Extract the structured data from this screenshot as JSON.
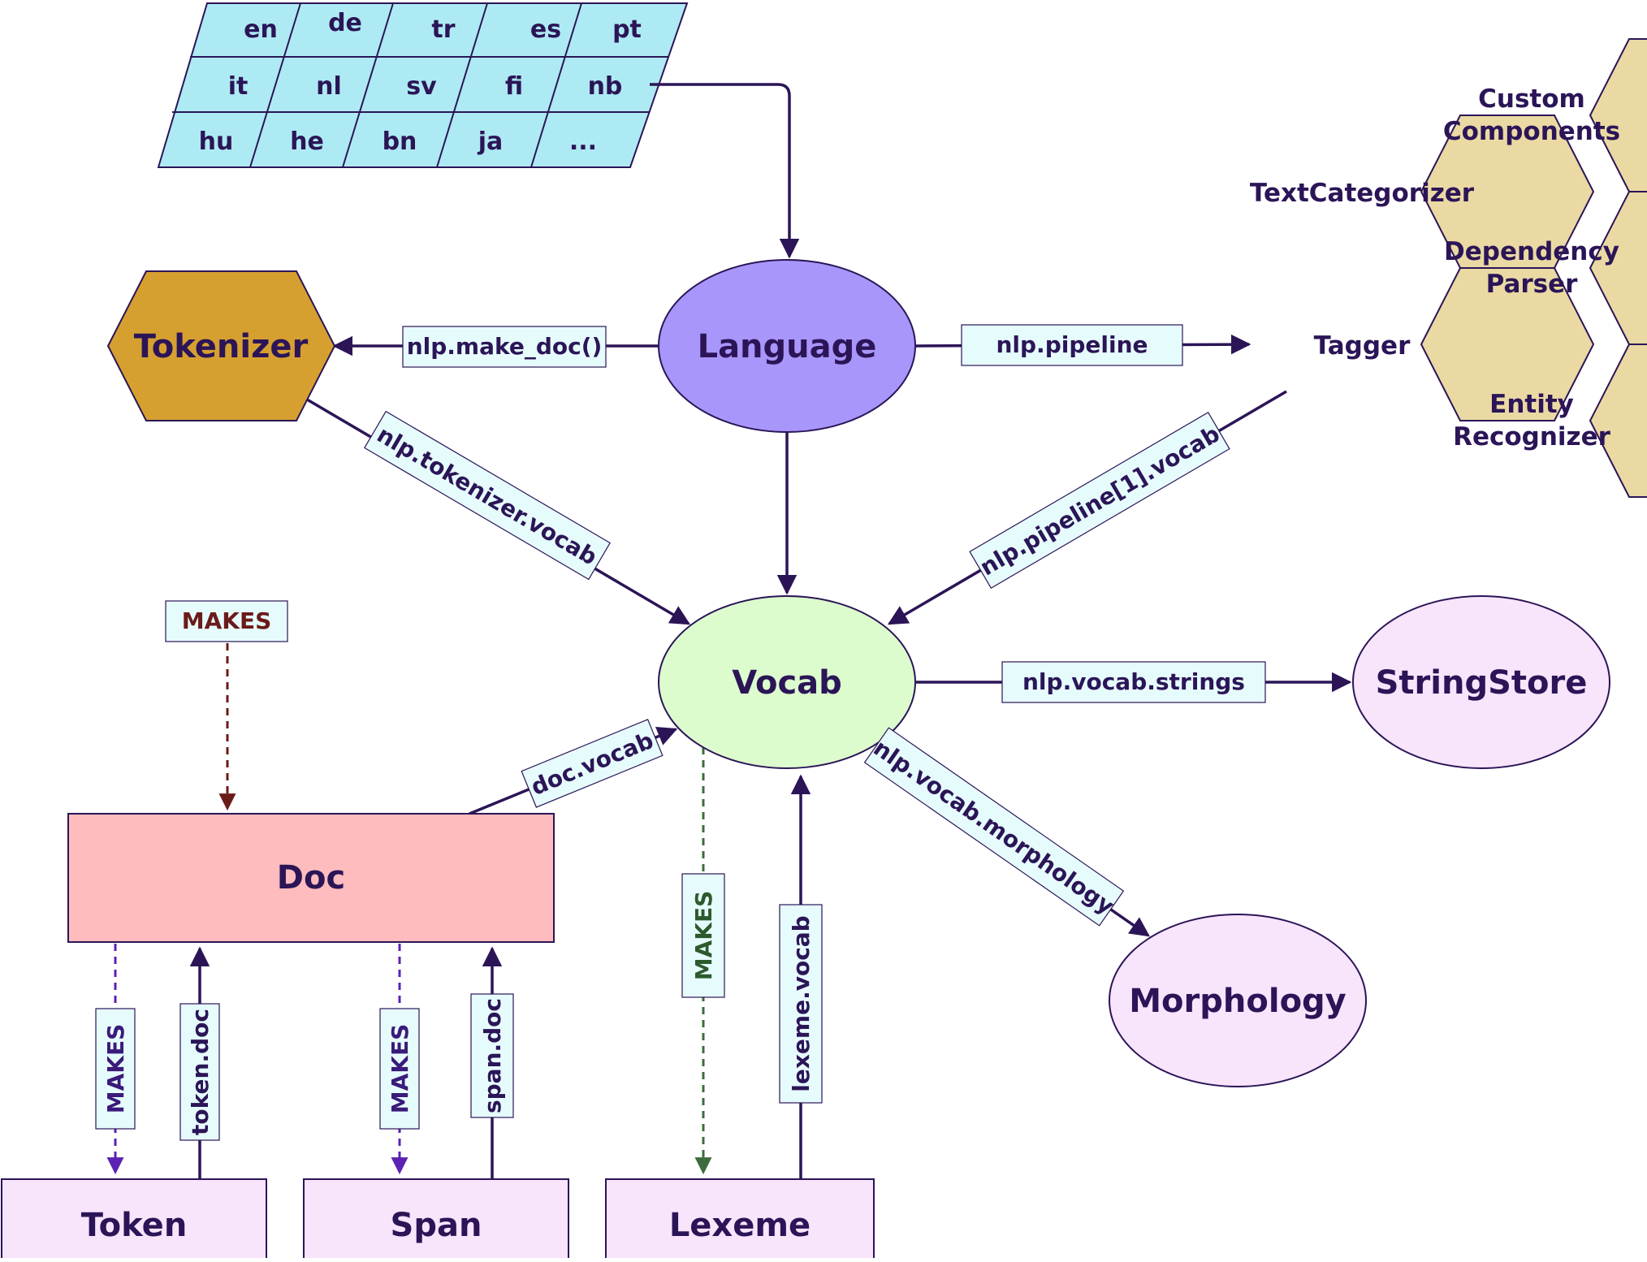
{
  "languages": [
    [
      "en",
      "de",
      "tr",
      "es",
      "pt"
    ],
    [
      "it",
      "nl",
      "sv",
      "fi",
      "nb"
    ],
    [
      "hu",
      "he",
      "bn",
      "ja",
      "..."
    ]
  ],
  "nodes": {
    "language": "Language",
    "tokenizer": "Tokenizer",
    "vocab": "Vocab",
    "stringstore": "StringStore",
    "morphology": "Morphology",
    "doc": "Doc",
    "token": "Token",
    "span": "Span",
    "lexeme": "Lexeme"
  },
  "pipeline_components": {
    "custom_line1": "Custom",
    "custom_line2": "Components",
    "textcat": "TextCategorizer",
    "parser_line1": "Dependency",
    "parser_line2": "Parser",
    "tagger": "Tagger",
    "ner_line1": "Entity",
    "ner_line2": "Recognizer"
  },
  "edge_labels": {
    "make_doc": "nlp.make_doc()",
    "pipeline": "nlp.pipeline",
    "tokenizer_vocab": "nlp.tokenizer.vocab",
    "pipeline_vocab": "nlp.pipeline[1].vocab",
    "vocab_strings": "nlp.vocab.strings",
    "vocab_morphology": "nlp.vocab.morphology",
    "doc_vocab": "doc.vocab",
    "makes_doc": "MAKES",
    "makes_token": "MAKES",
    "token_doc": "token.doc",
    "makes_span": "MAKES",
    "span_doc": "span.doc",
    "makes_lexeme": "MAKES",
    "lexeme_vocab": "lexeme.vocab"
  },
  "colors": {
    "language_fill": "#a996fb",
    "tokenizer_fill": "#d6a031",
    "vocab_fill": "#dcfcce",
    "pipeline_fill": "#ead9a3",
    "doc_fill": "#ffbcbe",
    "object_fill": "#f8e4fb",
    "label_fill": "#e6fbfc",
    "lang_cell_fill": "#aeeaf3",
    "ink": "#2b1557"
  }
}
